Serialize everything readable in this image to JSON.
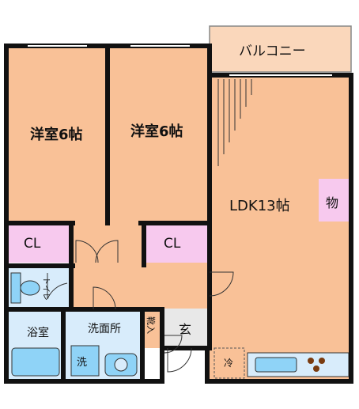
{
  "rooms": {
    "western_room_1": "洋室6帖",
    "western_room_2": "洋室6帖",
    "ldk": "LDK13帖",
    "closet_1": "CL",
    "closet_2": "CL",
    "storage": "物",
    "balcony": "バルコニー",
    "toilet": "トイレ",
    "bathroom": "浴室",
    "washroom": "洗面所",
    "washer": "洗",
    "shoe_box": "靴入",
    "entrance": "玄",
    "refrigerator": "冷"
  },
  "colors": {
    "room_fill": "#f9c197",
    "closet_fill": "#f7c9ee",
    "wet_fill": "#d8ecfb",
    "fixture_fill": "#8fd3f7",
    "entrance_fill": "#e8e8e8",
    "balcony_fill": "#fad7bb",
    "wall": "#111111"
  }
}
